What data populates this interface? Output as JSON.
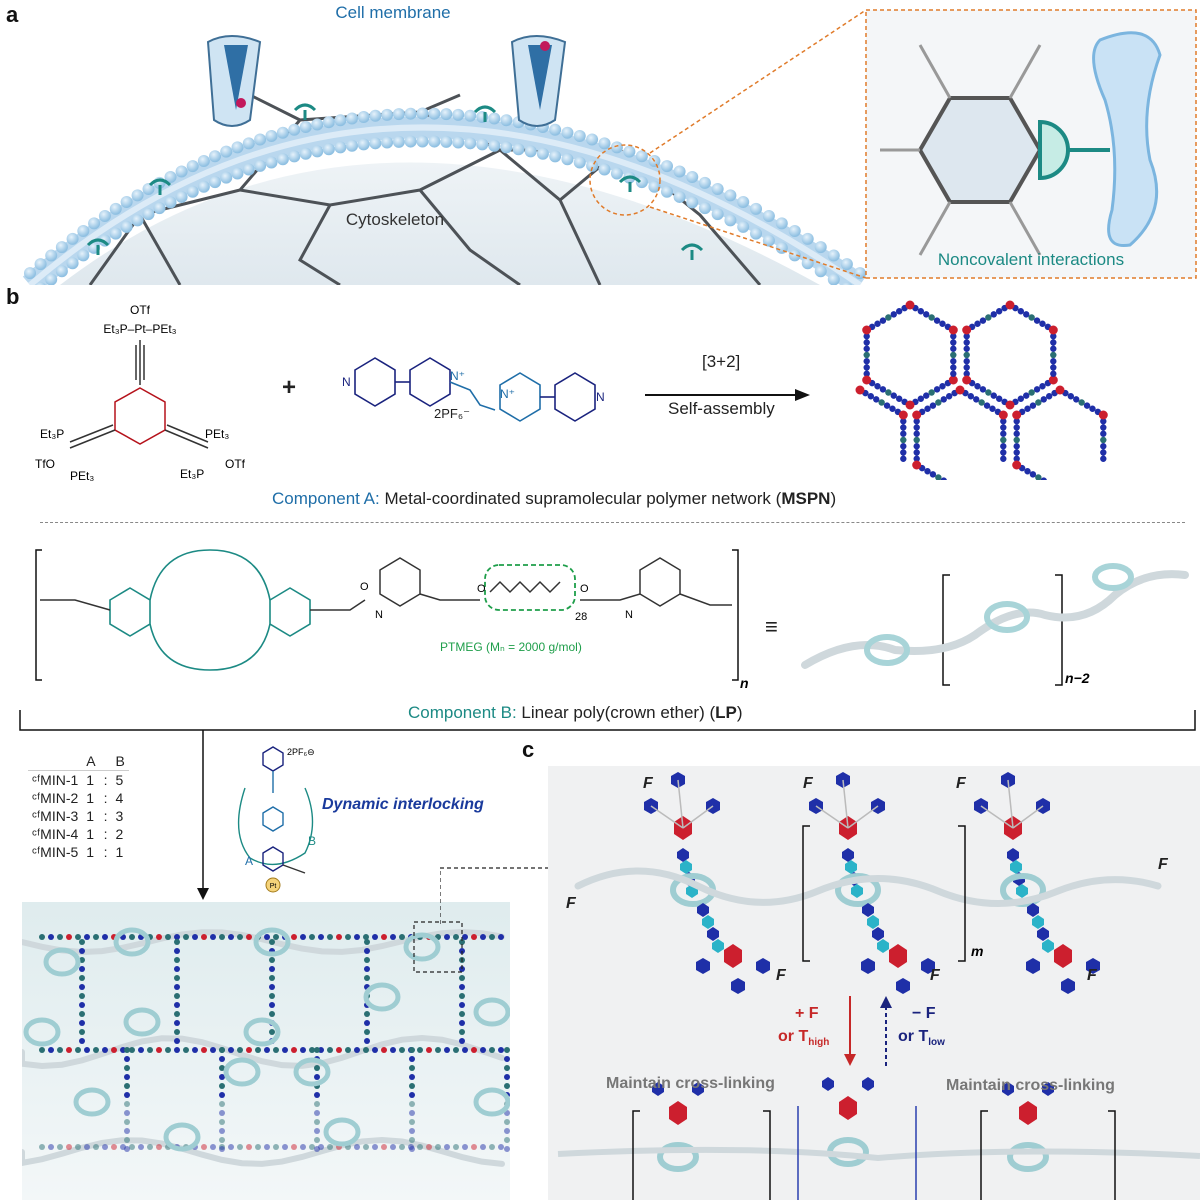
{
  "panels": {
    "a": "a",
    "b": "b",
    "c": "c"
  },
  "panel_a": {
    "membrane_label": "Cell membrane",
    "cytoskeleton_label": "Cytoskeleton",
    "inset_label": "Noncovalent interactions"
  },
  "panel_b": {
    "reactant_pt": {
      "otf_top": "OTf",
      "top_ligands": "Et₃P–Pt–PEt₃",
      "left_l1": "Et₃P",
      "left_l2": "TfO",
      "left_l3": "PEt₃",
      "right_l1": "PEt₃",
      "right_l2": "Et₃P",
      "right_l3": "OTf"
    },
    "plus": "+",
    "counterion": "2PF₆⁻",
    "arrow_top": "[3+2]",
    "arrow_bottom": "Self-assembly",
    "component_a_prefix": "Component A:",
    "component_a_text": "Metal-coordinated supramolecular polymer network (",
    "component_a_abbr": "MSPN",
    "component_a_suffix": ")",
    "ptmeg_label": "PTMEG (Mₙ = 2000 g/mol)",
    "repeat_28": "28",
    "repeat_n": "n",
    "repeat_n2": "n−2",
    "component_b_prefix": "Component B:",
    "component_b_text": "Linear poly(crown ether) (",
    "component_b_abbr": "LP",
    "component_b_suffix": ")"
  },
  "ratio_table": {
    "headers": [
      "A",
      "B"
    ],
    "rows": [
      {
        "name": "ᶜᶠMIN-1",
        "a": "1",
        "b": "5"
      },
      {
        "name": "ᶜᶠMIN-2",
        "a": "1",
        "b": "4"
      },
      {
        "name": "ᶜᶠMIN-3",
        "a": "1",
        "b": "3"
      },
      {
        "name": "ᶜᶠMIN-4",
        "a": "1",
        "b": "2"
      },
      {
        "name": "ᶜᶠMIN-5",
        "a": "1",
        "b": "1"
      }
    ]
  },
  "interlock": {
    "label": "Dynamic interlocking",
    "a": "A",
    "b": "B",
    "pt": "Pt",
    "pf": "2PF₆⊖"
  },
  "panel_c": {
    "force": "F",
    "repeat_m": "m",
    "forward_line1": "+ F",
    "forward_line2": "or T",
    "forward_sub": "high",
    "reverse_line1": "− F",
    "reverse_line2": "or T",
    "reverse_sub": "low",
    "maintain_left": "Maintain cross-linking",
    "maintain_right": "Maintain cross-linking"
  },
  "colors": {
    "teal": "#1c8a84",
    "blue": "#1f6ea8",
    "red": "#cc1f2e",
    "navy": "#1a237e",
    "orange": "#e07b2a",
    "green": "#1e9e4a"
  }
}
